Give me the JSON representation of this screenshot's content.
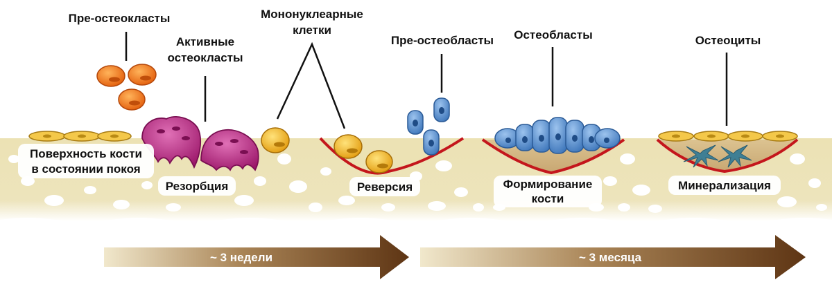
{
  "diagram": {
    "labels": {
      "pre_osteoclasts": "Пре-остеокласты",
      "active_osteoclasts_line1": "Активные",
      "active_osteoclasts_line2": "остеокласты",
      "mononuclear_line1": "Мононуклеарные",
      "mononuclear_line2": "клетки",
      "pre_osteoblasts": "Пре-остеобласты",
      "osteoblasts": "Остеобласты",
      "osteocytes": "Остеоциты"
    },
    "stages": {
      "rest_line1": "Поверхность кости",
      "rest_line2": "в состоянии покоя",
      "resorption": "Резорбция",
      "reversal": "Реверсия",
      "formation_line1": "Формирование",
      "formation_line2": "кости",
      "mineralization": "Минерализация"
    },
    "timeline": {
      "arrow1": "~ 3 недели",
      "arrow2": "~ 3 месяца"
    },
    "colors": {
      "bone": "#ece2b4",
      "bone_pore": "#ffffff",
      "lining_cell": "#f4c84a",
      "pre_osteoclast": "#f07a1a",
      "osteoclast": "#b5247c",
      "mononuclear": "#f4b41a",
      "osteoblast": "#4a88cc",
      "osteocyte": "#3f7f94",
      "cement_line": "#c4161c",
      "arrow_dark": "#6b3e1a",
      "arrow_light": "#f1e8cc"
    }
  }
}
